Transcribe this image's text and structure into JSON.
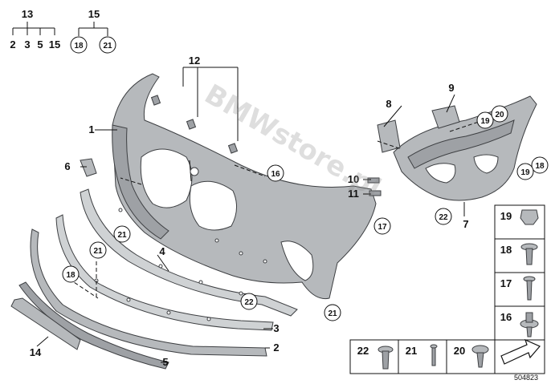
{
  "diagram": {
    "watermark": "BMWstore.pl",
    "catalog_number": "504823",
    "groups": [
      {
        "parent": "13",
        "children": [
          "2",
          "3",
          "5",
          "15"
        ]
      },
      {
        "parent": "15",
        "children": [
          "18",
          "21"
        ]
      }
    ],
    "labels": {
      "p1": "1",
      "p2a": "2",
      "p3a": "3",
      "p4": "4",
      "p5a": "5",
      "p6": "6",
      "p7": "7",
      "p8": "8",
      "p9": "9",
      "p10": "10",
      "p11": "11",
      "p12": "12",
      "p14": "14"
    },
    "callouts": {
      "c16": "16",
      "c17": "17",
      "c18a": "18",
      "c18b": "18",
      "c19a": "19",
      "c19b": "19",
      "c20": "20",
      "c21a": "21",
      "c21b": "21",
      "c21c": "21",
      "c22a": "22",
      "c22b": "22"
    },
    "legend": {
      "side": [
        "19",
        "18",
        "17",
        "16"
      ],
      "bottom": [
        "22",
        "21",
        "20"
      ]
    }
  }
}
